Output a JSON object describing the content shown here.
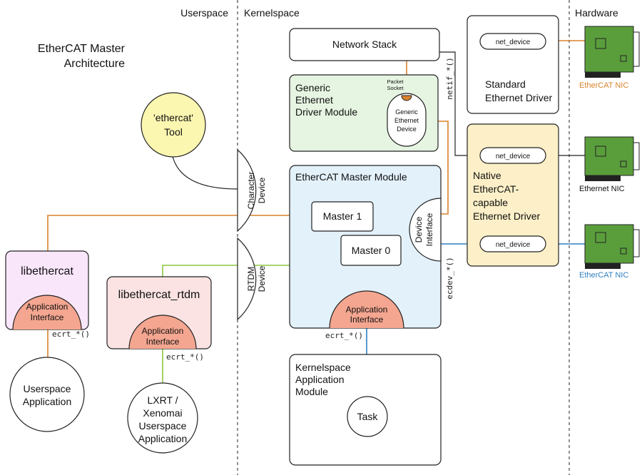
{
  "regions": {
    "userspace": "Userspace",
    "kernelspace": "Kernelspace",
    "hardware": "Hardware"
  },
  "title": {
    "line1": "EtherCAT Master",
    "line2": "Architecture"
  },
  "boxes": {
    "network_stack": "Network Stack",
    "generic_driver_module": [
      "Generic",
      "Ethernet",
      "Driver Module"
    ],
    "packet_socket": [
      "Packet",
      "Socket"
    ],
    "generic_ethernet_device": [
      "Generic",
      "Ethernet",
      "Device"
    ],
    "standard_driver": [
      "Standard",
      "Ethernet Driver"
    ],
    "native_driver": [
      "Native",
      "EtherCAT-",
      "capable",
      "Ethernet Driver"
    ],
    "master_module": "EtherCAT Master Module",
    "master1": "Master 1",
    "master0": "Master 0",
    "device_interface": [
      "Device",
      "Interface"
    ],
    "app_interface_kernel": [
      "Application",
      "Interface"
    ],
    "character_device": [
      "Character",
      "Device"
    ],
    "rtdm_device": [
      "RTDM",
      "Device"
    ],
    "ethercat_tool": [
      "'ethercat'",
      "Tool"
    ],
    "libethercat": "libethercat",
    "libethercat_app_interface": [
      "Application",
      "Interface"
    ],
    "libethercat_rtdm": "libethercat_rtdm",
    "rtdm_app_interface": [
      "Application",
      "Interface"
    ],
    "userspace_app": [
      "Userspace",
      "Application"
    ],
    "lxrt_app": [
      "LXRT /",
      "Xenomai",
      "Userspace",
      "Application"
    ],
    "kernel_app_module": [
      "Kernelspace",
      "Application",
      "Module"
    ],
    "task": "Task",
    "net_device_1": "net_device",
    "net_device_2": "net_device",
    "net_device_3": "net_device"
  },
  "labels": {
    "netif": "netif_*()",
    "ecdev": "ecdev_*()",
    "ecrt_lib": "ecrt_*()",
    "ecrt_rtdm": "ecrt_*()",
    "ecrt_kernel": "ecrt_*()"
  },
  "nics": {
    "nic1": "EtherCAT NIC",
    "nic2": "Ethernet NIC",
    "nic3": "EtherCAT NIC"
  },
  "colors": {
    "orange": "#d9822b",
    "blue": "#2f7fc1",
    "lime": "#8cc63f",
    "green_fill": "#e6f4e2",
    "blue_fill": "#e3f1fb",
    "yellow_fill": "#fdf0c8",
    "pink_fill": "#f9e6fa",
    "rose_fill": "#fbe3e3",
    "salmon": "#f4a690",
    "tool_fill": "#fbf6b0",
    "pcb": "#5a9e3c"
  }
}
